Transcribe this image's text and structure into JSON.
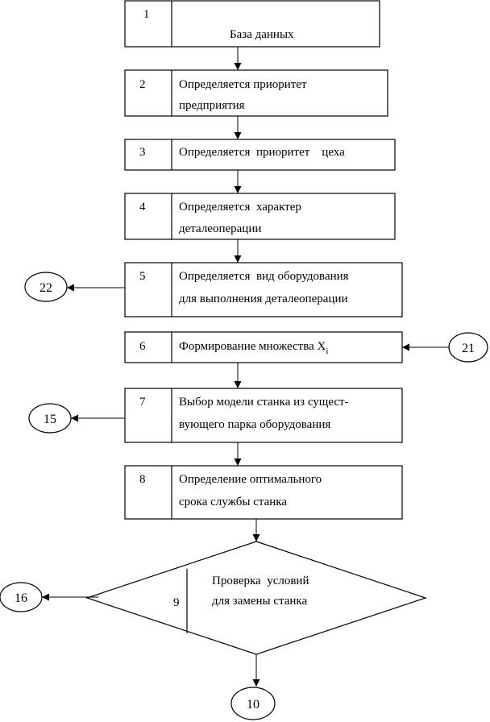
{
  "blocks": [
    {
      "num": "1",
      "lines": [
        "База данных"
      ]
    },
    {
      "num": "2",
      "lines": [
        "Определяется приоритет",
        "предприятия"
      ]
    },
    {
      "num": "3",
      "lines": [
        "Определяется  приоритет    цеха"
      ]
    },
    {
      "num": "4",
      "lines": [
        "Определяется  характер",
        "деталеоперации"
      ]
    },
    {
      "num": "5",
      "lines": [
        "Определяется  вид оборудования",
        "для выполнения деталеоперации"
      ]
    },
    {
      "num": "6",
      "lines": [
        "Формирование множества X"
      ],
      "subscript": "i"
    },
    {
      "num": "7",
      "lines": [
        "Выбор модели станка из сущест-",
        "вующего парка оборудования"
      ]
    },
    {
      "num": "8",
      "lines": [
        "Определение оптимального",
        "срока службы станка"
      ]
    }
  ],
  "decision": {
    "num": "9",
    "lines": [
      "Проверка  условий",
      "для замены станка"
    ]
  },
  "connectors": {
    "c22": "22",
    "c21": "21",
    "c15": "15",
    "c16": "16",
    "c10": "10"
  }
}
